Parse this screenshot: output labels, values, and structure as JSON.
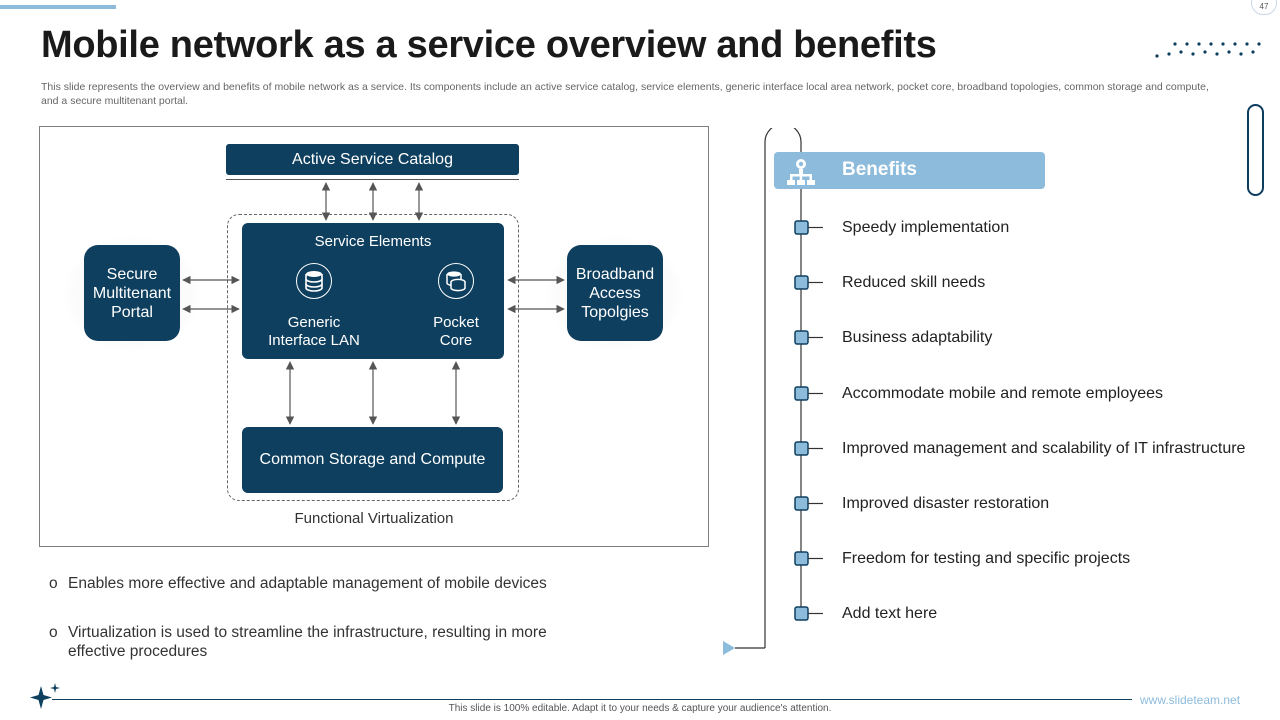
{
  "slide": {
    "page_number": "47",
    "title": "Mobile network as a service overview and benefits",
    "subtitle": "This slide represents the overview and benefits of mobile network as a service. Its components include an active service catalog, service elements, generic interface local area network, pocket core, broadband topologies, common storage and compute, and a secure multitenant portal."
  },
  "diagram": {
    "catalog": "Active Service Catalog",
    "service_elements": "Service Elements",
    "generic_lan": [
      "Generic",
      "Interface LAN"
    ],
    "pocket_core": [
      "Pocket",
      "Core"
    ],
    "storage": "Common Storage and Compute",
    "left_box": [
      "Secure",
      "Multitenant",
      "Portal"
    ],
    "right_box": [
      "Broadband",
      "Access",
      "Topolgies"
    ],
    "caption": "Functional Virtualization"
  },
  "bullets": {
    "marker": "o",
    "items": [
      "Enables more effective and adaptable management of mobile devices",
      "Virtualization is used to streamline the infrastructure,  resulting in more effective procedures"
    ]
  },
  "benefits": {
    "header": "Benefits",
    "items": [
      "Speedy implementation",
      "Reduced skill needs",
      "Business adaptability",
      "Accommodate mobile and remote employees",
      "Improved management and scalability of IT infrastructure",
      "Improved disaster restoration",
      "Freedom for testing and specific projects",
      "Add text here"
    ]
  },
  "footer": {
    "url": "www.slideteam.net",
    "note": "This slide is 100% editable.  Adapt it to your needs & capture your audience's attention."
  },
  "colors": {
    "navy": "#0e3f5e",
    "accent_light_blue": "#8dbbdc"
  }
}
